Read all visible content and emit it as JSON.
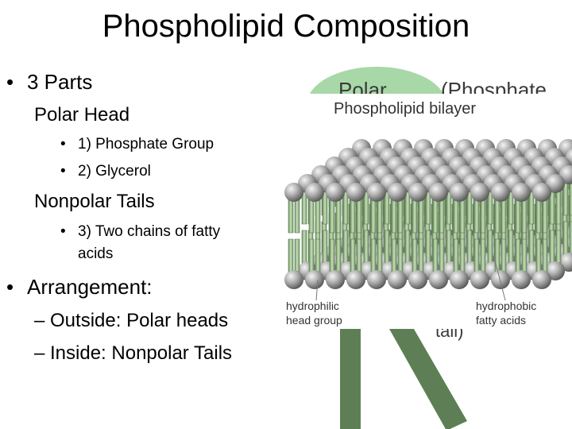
{
  "slide": {
    "title": "Phospholipid Composition",
    "bullets": {
      "parts": "3 Parts",
      "polar_head": "Polar Head",
      "phosphate": "1) Phosphate Group",
      "glycerol": "2) Glycerol",
      "nonpolar_tails": "Nonpolar Tails",
      "fatty_acids_line1": "3) Two chains of fatty",
      "fatty_acids_line2": "acids",
      "arrangement": "Arrangement:",
      "outside": "– Outside: Polar heads",
      "inside": "– Inside: Nonpolar Tails"
    },
    "bullet_glyph": "•"
  },
  "figure": {
    "background_label_polar": "Polar",
    "background_label_phosphate": "(Phosphate",
    "background_label_tail": "tail)",
    "bilayer_title": "Phospholipid bilayer",
    "label_hydrophilic_1": "hydrophilic",
    "label_hydrophilic_2": "head group",
    "label_hydrophobic_1": "hydrophobic",
    "label_hydrophobic_2": "fatty acids",
    "colors": {
      "head_circle_green": "#a8d8a8",
      "tail_stick_green": "#5e7f55",
      "sphere_gray": "#9a9a9a",
      "tail_green": "#a9c79a"
    }
  }
}
